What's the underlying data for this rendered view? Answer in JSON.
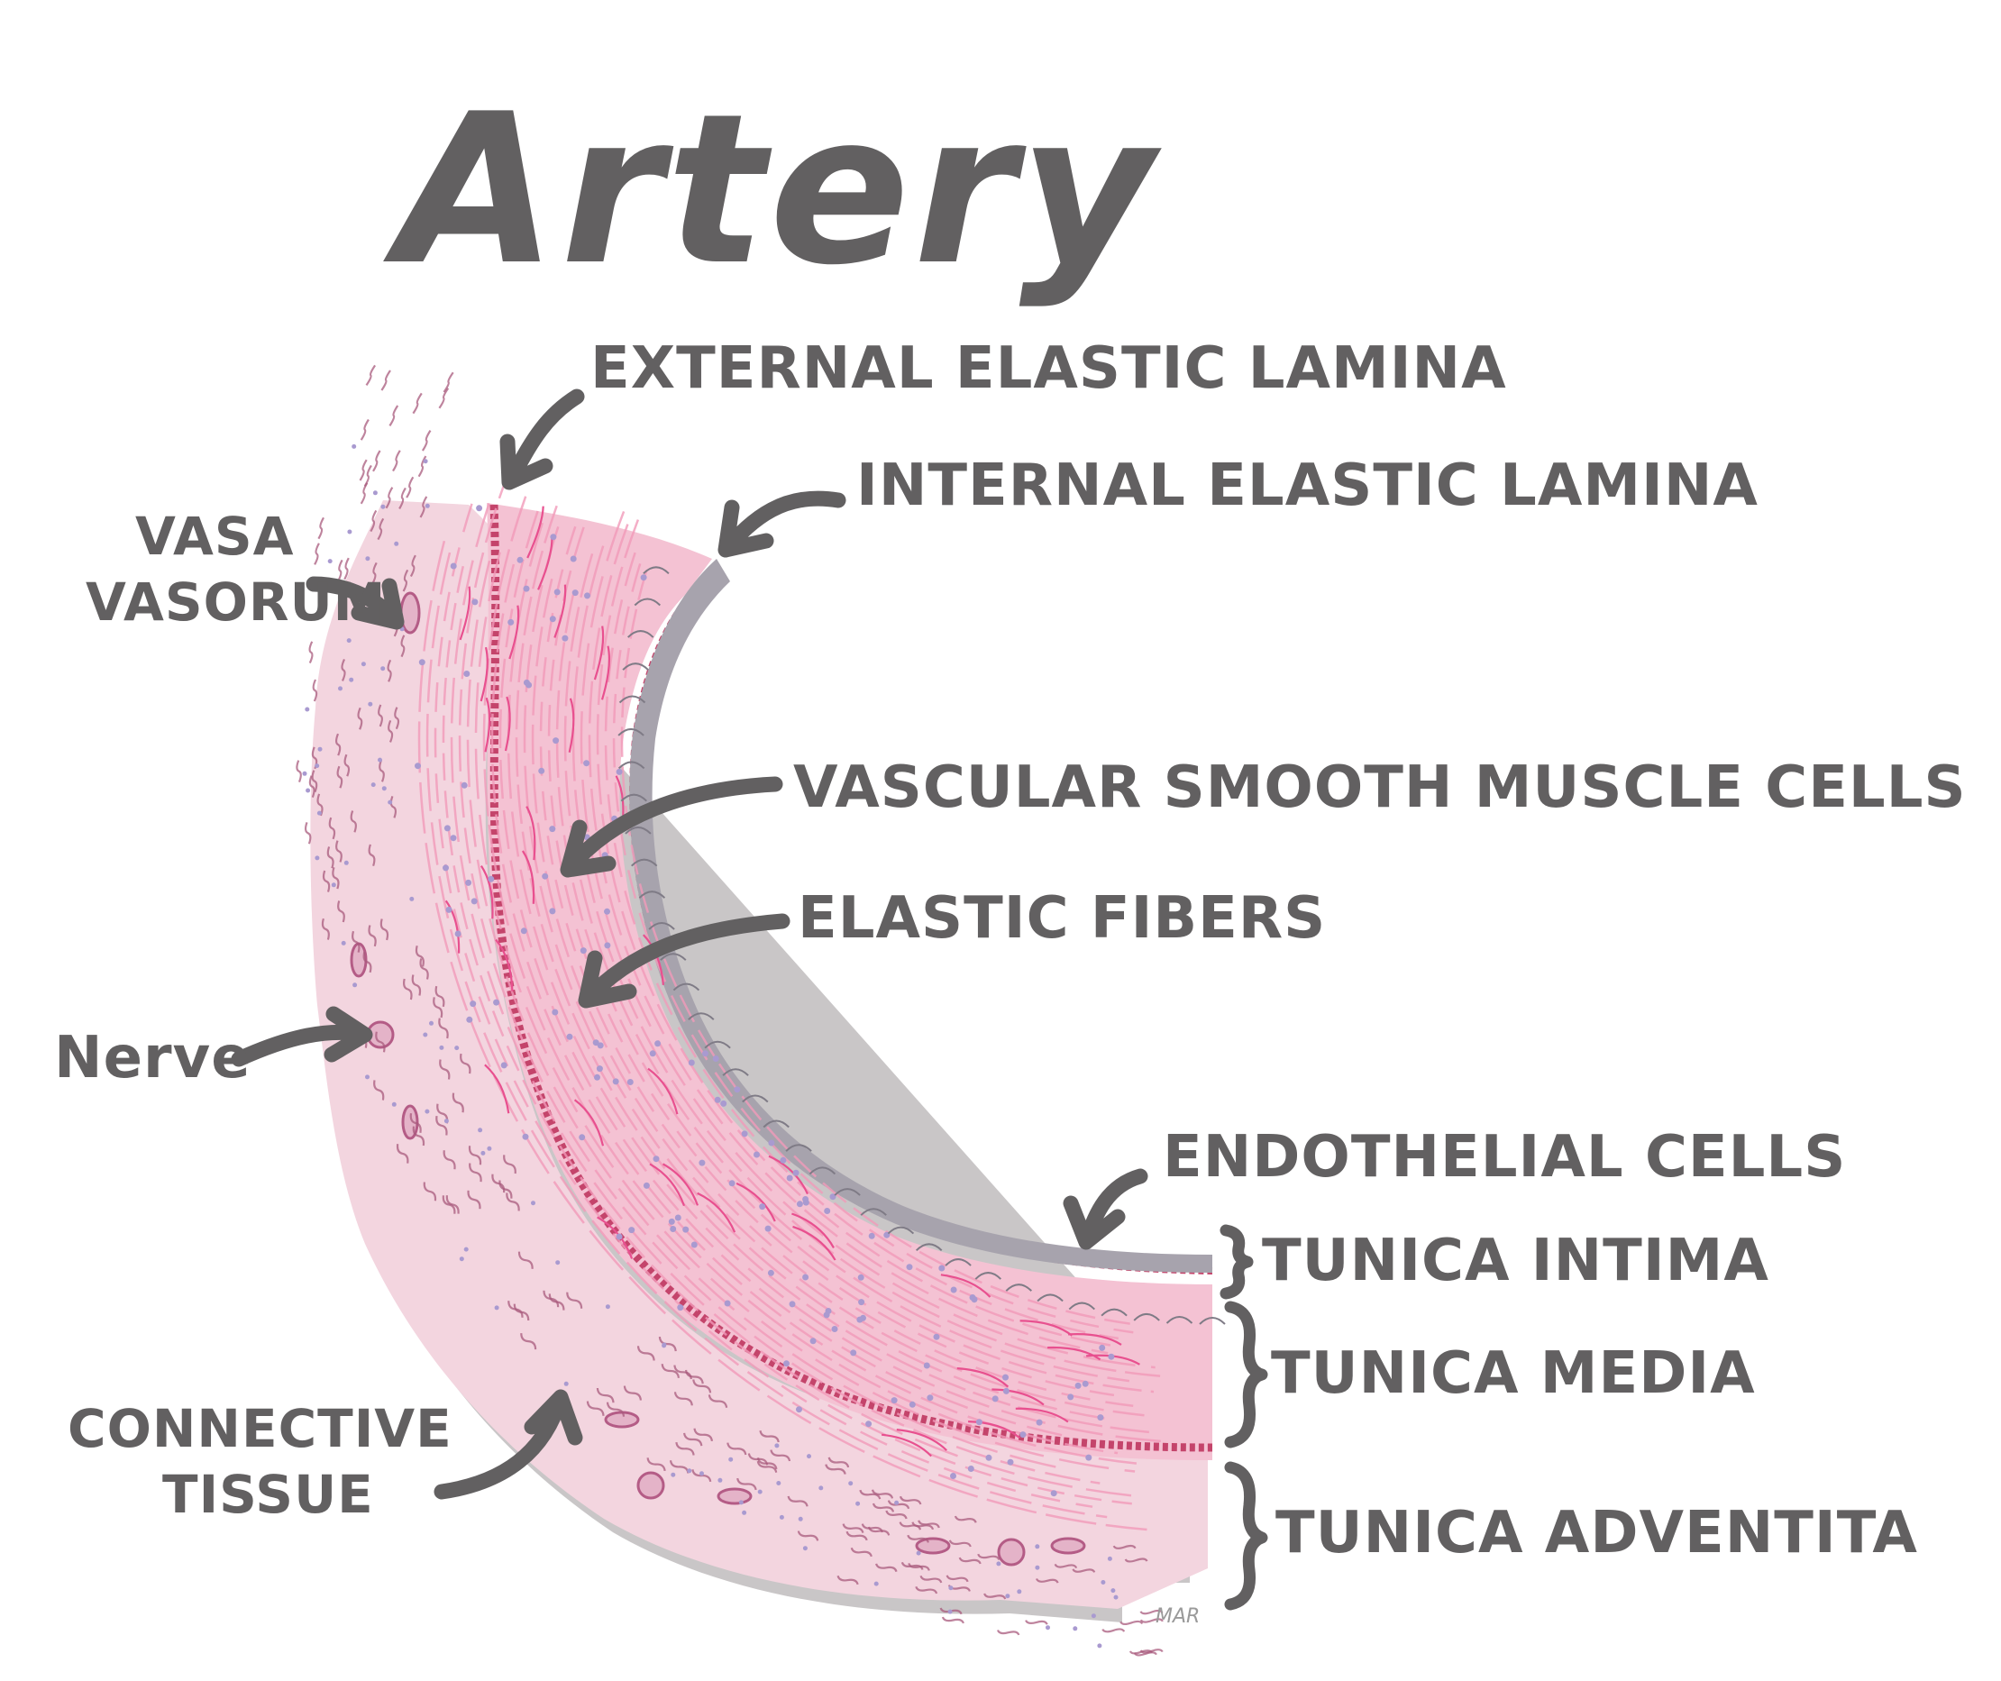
{
  "title": "Artery",
  "labels": {
    "external_elastic_lamina": "EXTERNAL ELASTIC LAMINA",
    "internal_elastic_lamina": "INTERNAL ELASTIC LAMINA",
    "vasa_vasorum_line1": "VASA",
    "vasa_vasorum_line2": "VASORUM",
    "vascular_smooth_muscle_cells": "VASCULAR SMOOTH MUSCLE CELLS",
    "elastic_fibers": "ELASTIC FIBERS",
    "nerve": "Nerve",
    "endothelial_cells": "ENDOTHELIAL CELLS",
    "tunica_intima": "TUNICA INTIMA",
    "tunica_media": "TUNICA MEDIA",
    "tunica_adventitia": "TUNICA ADVENTITA",
    "connective_tissue_line1": "CONNECTIVE",
    "connective_tissue_line2": "TISSUE"
  },
  "signature": "MAR",
  "colors": {
    "ink": "#626061",
    "adventitia": "#f3d5df",
    "adventitia_shadow": "#c9c6c7",
    "media": "#f4c2d3",
    "media_fiber": "#f19ab9",
    "elastic_fiber": "#e8508f",
    "lamina": "#c4446b",
    "endothelium": "#a7a3ad",
    "nucleus": "#a99ad0"
  }
}
